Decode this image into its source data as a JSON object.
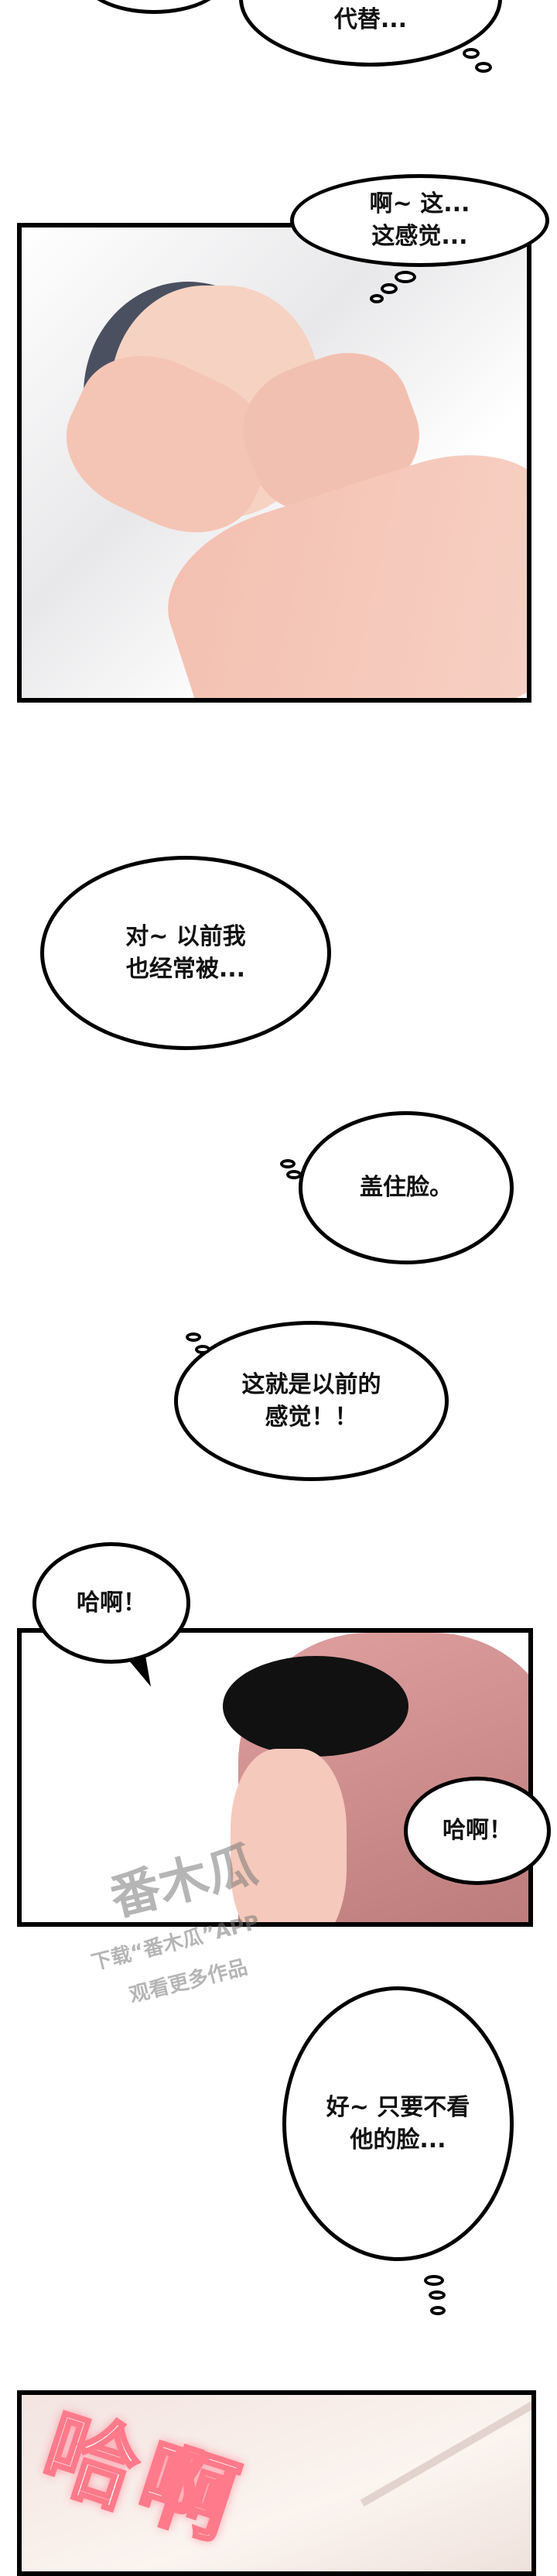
{
  "bubbles": {
    "b1": "代替...",
    "b2": "啊~ 这...\n这感觉...",
    "b3": "对~ 以前我\n也经常被...",
    "b4": "盖住脸。",
    "b5": "这就是以前的\n感觉！！",
    "b6": "哈啊！",
    "b7": "哈啊！",
    "b8": "好~ 只要不看\n他的脸..."
  },
  "sfx": "哈啊",
  "watermark": {
    "logo": "番木瓜",
    "line1": "下载“番木瓜”APP",
    "line2": "观看更多作品"
  },
  "colors": {
    "sfx": "#ff7a8a",
    "skin": "#f6c9b8",
    "hair_pink": "#c98a8a"
  }
}
